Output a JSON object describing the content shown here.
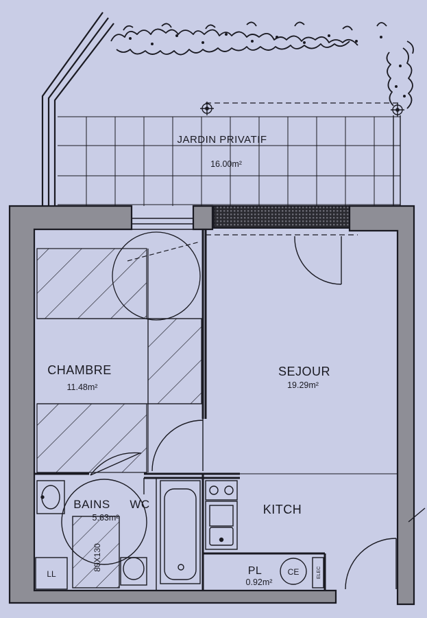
{
  "rooms": {
    "garden": {
      "name": "JARDIN PRIVATIF",
      "area": "16.00m²"
    },
    "bedroom": {
      "name": "CHAMBRE",
      "area": "11.48m²"
    },
    "living": {
      "name": "SEJOUR",
      "area": "19.29m²"
    },
    "bath": {
      "name_bains": "BAINS",
      "name_wc": "WC",
      "area": "5.63m²"
    },
    "kitchen": {
      "name": "KITCH"
    },
    "closet": {
      "name": "PL",
      "area": "0.92m²"
    }
  },
  "fixtures": {
    "washer": "LL",
    "shower_size": "80X130",
    "water_heater": "CE",
    "electrical_panel": "ELEC"
  },
  "colors": {
    "paper": "#c9cde6",
    "wall_fill": "#8e8e96",
    "line": "#1a1a22",
    "hedge": "#1a1a22"
  }
}
